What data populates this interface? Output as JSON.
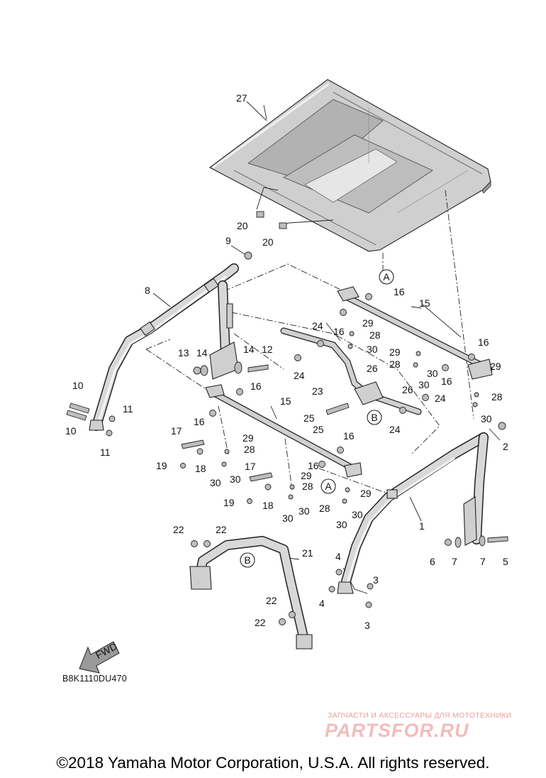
{
  "diagram_code": "B8K1110DU470",
  "copyright": "©2018 Yamaha Motor Corporation, U.S.A. All rights reserved.",
  "direction_arrow_label": "FWD",
  "watermark": {
    "tagline": "ЗАПЧАСТИ И АКСЕССУАРЫ ДЛЯ МОТОТЕХНИКИ",
    "logo": "PARTSFOR.RU"
  },
  "reference_marks": {
    "A": "A",
    "B": "B"
  },
  "callouts": [
    {
      "id": "c27",
      "label": "27"
    },
    {
      "id": "c20a",
      "label": "20"
    },
    {
      "id": "c20b",
      "label": "20"
    },
    {
      "id": "c9",
      "label": "9"
    },
    {
      "id": "c8",
      "label": "8"
    },
    {
      "id": "c16a",
      "label": "16"
    },
    {
      "id": "c15a",
      "label": "15"
    },
    {
      "id": "c24a",
      "label": "24"
    },
    {
      "id": "c16b",
      "label": "16"
    },
    {
      "id": "c29a",
      "label": "29"
    },
    {
      "id": "c28a",
      "label": "28"
    },
    {
      "id": "c30a",
      "label": "30"
    },
    {
      "id": "c16c",
      "label": "16"
    },
    {
      "id": "c29b",
      "label": "29"
    },
    {
      "id": "c28b",
      "label": "28"
    },
    {
      "id": "c30b",
      "label": "30"
    },
    {
      "id": "c16d",
      "label": "16"
    },
    {
      "id": "c29c",
      "label": "29"
    },
    {
      "id": "c28c",
      "label": "28"
    },
    {
      "id": "c30c",
      "label": "30"
    },
    {
      "id": "c30d",
      "label": "30"
    },
    {
      "id": "c13",
      "label": "13"
    },
    {
      "id": "c14a",
      "label": "14"
    },
    {
      "id": "c14b",
      "label": "14"
    },
    {
      "id": "c12",
      "label": "12"
    },
    {
      "id": "c24b",
      "label": "24"
    },
    {
      "id": "c26a",
      "label": "26"
    },
    {
      "id": "c26b",
      "label": "26"
    },
    {
      "id": "c23",
      "label": "23"
    },
    {
      "id": "c24c",
      "label": "24"
    },
    {
      "id": "c25a",
      "label": "25"
    },
    {
      "id": "c25b",
      "label": "25"
    },
    {
      "id": "c24d",
      "label": "24"
    },
    {
      "id": "c10a",
      "label": "10"
    },
    {
      "id": "c10b",
      "label": "10"
    },
    {
      "id": "c11a",
      "label": "11"
    },
    {
      "id": "c11b",
      "label": "11"
    },
    {
      "id": "c16e",
      "label": "16"
    },
    {
      "id": "c16f",
      "label": "16"
    },
    {
      "id": "c15b",
      "label": "15"
    },
    {
      "id": "c2",
      "label": "2"
    },
    {
      "id": "c17a",
      "label": "17"
    },
    {
      "id": "c19a",
      "label": "19"
    },
    {
      "id": "c18a",
      "label": "18"
    },
    {
      "id": "c29d",
      "label": "29"
    },
    {
      "id": "c28d",
      "label": "28"
    },
    {
      "id": "c30e",
      "label": "30"
    },
    {
      "id": "c30f",
      "label": "30"
    },
    {
      "id": "c16g",
      "label": "16"
    },
    {
      "id": "c16h",
      "label": "16"
    },
    {
      "id": "c17b",
      "label": "17"
    },
    {
      "id": "c29e",
      "label": "29"
    },
    {
      "id": "c28e",
      "label": "28"
    },
    {
      "id": "c29f",
      "label": "29"
    },
    {
      "id": "c19b",
      "label": "19"
    },
    {
      "id": "c18b",
      "label": "18"
    },
    {
      "id": "c30g",
      "label": "30"
    },
    {
      "id": "c30h",
      "label": "30"
    },
    {
      "id": "c28f",
      "label": "28"
    },
    {
      "id": "c30i",
      "label": "30"
    },
    {
      "id": "c30j",
      "label": "30"
    },
    {
      "id": "c1",
      "label": "1"
    },
    {
      "id": "c22a",
      "label": "22"
    },
    {
      "id": "c22b",
      "label": "22"
    },
    {
      "id": "c21",
      "label": "21"
    },
    {
      "id": "c4a",
      "label": "4"
    },
    {
      "id": "c4b",
      "label": "4"
    },
    {
      "id": "c3a",
      "label": "3"
    },
    {
      "id": "c3b",
      "label": "3"
    },
    {
      "id": "c22c",
      "label": "22"
    },
    {
      "id": "c22d",
      "label": "22"
    },
    {
      "id": "c6",
      "label": "6"
    },
    {
      "id": "c7a",
      "label": "7"
    },
    {
      "id": "c7b",
      "label": "7"
    },
    {
      "id": "c5",
      "label": "5"
    }
  ]
}
